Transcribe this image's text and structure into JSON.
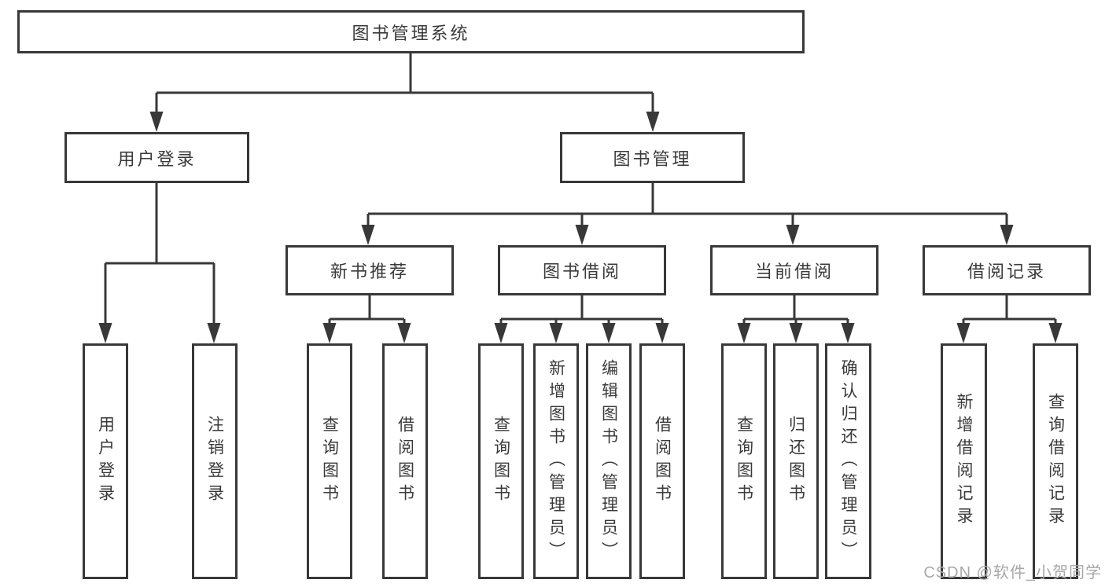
{
  "nodes": {
    "root": "图书管理系统",
    "level2": [
      "用户登录",
      "图书管理"
    ],
    "level3": [
      "新书推荐",
      "图书借阅",
      "当前借阅",
      "借阅记录"
    ],
    "group1": [
      "用户登录",
      "注销登录"
    ],
    "group2": [
      "查询图书",
      "借阅图书"
    ],
    "group3": [
      "查询图书",
      "新增图书（管理员）",
      "编辑图书（管理员）",
      "借阅图书"
    ],
    "group4": [
      "查询图书",
      "归还图书",
      "确认归还（管理员）"
    ],
    "group5": [
      "新增借阅记录",
      "查询借阅记录"
    ]
  },
  "watermark": "CSDN @软件_小贺同学",
  "colors": {
    "line": "#383838",
    "text": "#3a3a3a",
    "watermark": "#a8a8a8",
    "background": "#ffffff"
  }
}
